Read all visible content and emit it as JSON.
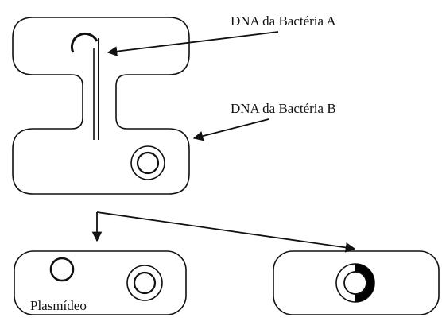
{
  "labels": {
    "dna_bacteria_a": "DNA da Bactéria A",
    "dna_bacteria_b": "DNA da Bactéria B",
    "plasmideo": "Plasmídeo"
  },
  "colors": {
    "stroke": "#111111",
    "background": "#ffffff",
    "fill_dark": "#000000"
  }
}
